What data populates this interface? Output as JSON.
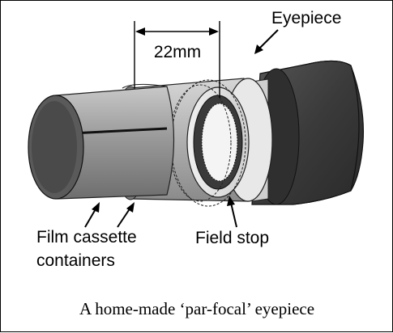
{
  "diagram": {
    "dimension_label": "22mm",
    "labels": {
      "eyepiece": "Eyepiece",
      "film_line1": "Film cassette",
      "film_line2": "containers",
      "field_stop": "Field stop"
    },
    "caption": "A home-made ‘par-focal’ eyepiece"
  },
  "colors": {
    "tube_dark": "#4a4a4a",
    "tube_mid": "#8a8a8a",
    "tube_light": "#bdbdbd",
    "eyepiece_dark": "#3a3a3a"
  }
}
